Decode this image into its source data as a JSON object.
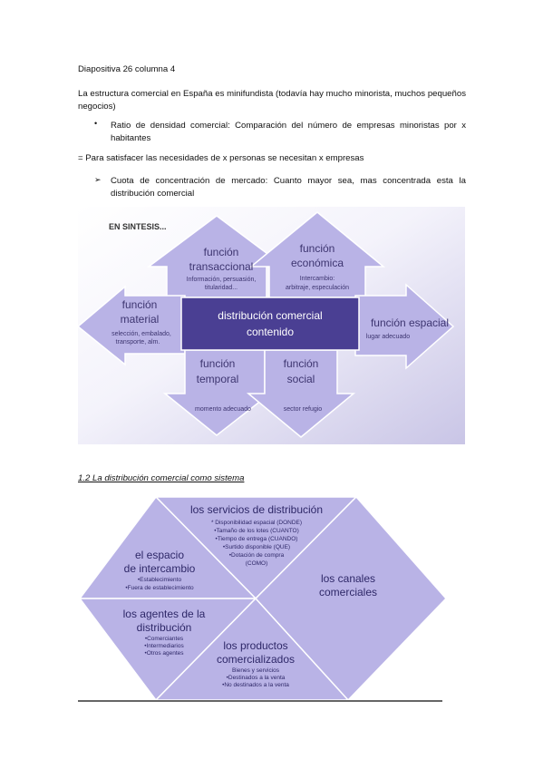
{
  "doc": {
    "heading": "Diapositiva 26 columna 4",
    "para1": "La estructura comercial en España es minifundista (todavía hay mucho minorista, muchos pequeños negocios)",
    "bullet1": "Ratio de densidad comercial: Comparación del número de empresas minoristas por x habitantes",
    "equals_line": "= Para satisfacer las necesidades de x personas se necesitan x empresas",
    "bullet2": "Cuota de concentración de mercado: Cuanto mayor sea, mas concentrada esta la distribución comercial",
    "bullet1_symbol": "•",
    "bullet2_symbol": "➢",
    "section_title": "1.2 La distribución comercial como sistema"
  },
  "figure1": {
    "label": "EN SINTESIS...",
    "center_line1": "distribución comercial",
    "center_line2": "contenido",
    "transaccional": {
      "title1": "función",
      "title2": "transaccional",
      "sub1": "Información, persuasión,",
      "sub2": "titularidad..."
    },
    "economica": {
      "title1": "función",
      "title2": "económica",
      "sub1": "Intercambio:",
      "sub2": "arbitraje, especulación"
    },
    "material": {
      "title1": "función",
      "title2": "material",
      "sub1": "selección, embalado,",
      "sub2": "transporte, alm."
    },
    "espacial": {
      "title1": "función espacial",
      "sub1": "lugar adecuado"
    },
    "temporal": {
      "title1": "función",
      "title2": "temporal",
      "sub1": "momento adecuado"
    },
    "social": {
      "title1": "función",
      "title2": "social",
      "sub1": "sector refugio"
    }
  },
  "figure2": {
    "servicios": {
      "title": "los servicios de distribución",
      "items": [
        "* Disponibilidad espacial (DONDE)",
        "•Tamaño de los lotes (CUANTO)",
        "•Tiempo de entrega (CUANDO)",
        "•Surtido disponible (QUE)",
        "•Dotación de compra",
        "(COMO)"
      ]
    },
    "espacio": {
      "title1": "el espacio",
      "title2": "de intercambio",
      "items": [
        "•Establecimiento",
        "•Fuera de establecimiento"
      ]
    },
    "canales": {
      "title1": "los canales",
      "title2": "comerciales"
    },
    "agentes": {
      "title1": "los agentes de la",
      "title2": "distribución",
      "items": [
        "•Comerciantes",
        "•Intermediarios",
        "•Otros agentes"
      ]
    },
    "productos": {
      "title1": "los productos",
      "title2": "comercializados",
      "items": [
        "Bienes y servicios",
        "•Destinados a la venta",
        "•No destinados a la venta"
      ]
    }
  },
  "colors": {
    "fill": "#b9b3e6",
    "fill_light": "#d4d0f1",
    "stroke": "#ffffff",
    "center": "#4a3f93",
    "line": "#333333"
  }
}
